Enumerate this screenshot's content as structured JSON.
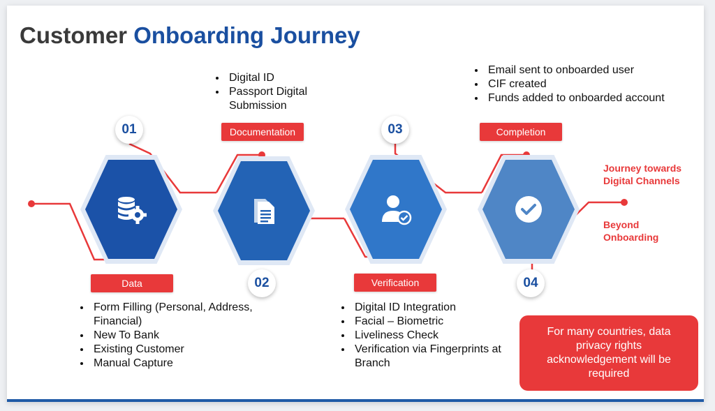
{
  "title": {
    "part1": "Customer",
    "part2": "Onboarding Journey"
  },
  "colors": {
    "accent_red": "#e8393a",
    "dark_blue": "#1a4fa0",
    "mid_blue": "#2b6cc4",
    "light_blue": "#4f86c6"
  },
  "steps": [
    {
      "number": "01",
      "tag": "Data",
      "icon": "database-gear-icon",
      "bullets": [
        "Form Filling (Personal, Address, Financial)",
        "New To Bank",
        "Existing Customer",
        "Manual Capture"
      ]
    },
    {
      "number": "02",
      "tag": "Documentation",
      "icon": "document-icon",
      "bullets": [
        "Digital ID",
        "Passport Digital Submission"
      ]
    },
    {
      "number": "03",
      "tag": "Verification",
      "icon": "user-verified-icon",
      "bullets": [
        "Digital ID Integration",
        "Facial – Biometric",
        "Liveliness Check",
        "Verification via Fingerprints at Branch"
      ]
    },
    {
      "number": "04",
      "tag": "Completion",
      "icon": "checkmark-circle-icon",
      "bullets": [
        "Email sent to onboarded user",
        "CIF created",
        "Funds added to onboarded account"
      ]
    }
  ],
  "side_labels": {
    "journey": "Journey towards Digital Channels",
    "beyond": "Beyond Onboarding"
  },
  "note": "For many countries, data privacy rights acknowledgement will be required"
}
